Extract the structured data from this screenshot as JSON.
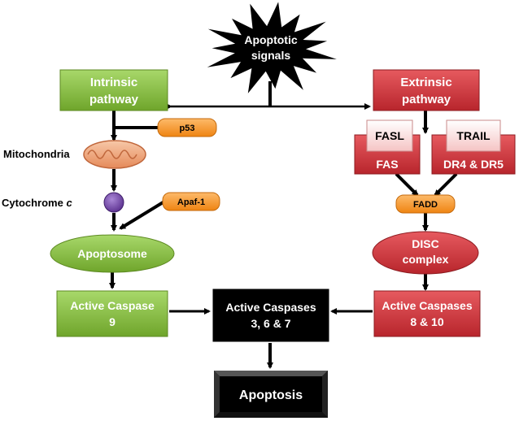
{
  "signals": {
    "line1": "Apoptotic",
    "line2": "signals"
  },
  "intrinsic": {
    "line1": "Intrinsic",
    "line2": "pathway"
  },
  "extrinsic": {
    "line1": "Extrinsic",
    "line2": "pathway"
  },
  "p53": "p53",
  "mitochondria": "Mitochondria",
  "cytochrome": {
    "text": "Cytochrome ",
    "italic": "c"
  },
  "apaf1": "Apaf-1",
  "apoptosome": "Apoptosome",
  "active_caspase_9": {
    "line1": "Active Caspase",
    "line2": "9"
  },
  "fasl": "FASL",
  "fas": "FAS",
  "trail": "TRAIL",
  "dr": "DR4 & DR5",
  "fadd": "FADD",
  "disc": {
    "line1": "DISC",
    "line2": "complex"
  },
  "active_caspases_8_10": {
    "line1": "Active Caspases",
    "line2": "8 & 10"
  },
  "active_caspases_3_6_7": {
    "line1": "Active Caspases",
    "line2": "3, 6 & 7"
  },
  "apoptosis": "Apoptosis",
  "colors": {
    "green": "#8dc63f",
    "red": "#d9363e",
    "orange": "#f7941d",
    "purple": "#6b3fa0",
    "black": "#000000",
    "pink": "#fde0e0"
  }
}
